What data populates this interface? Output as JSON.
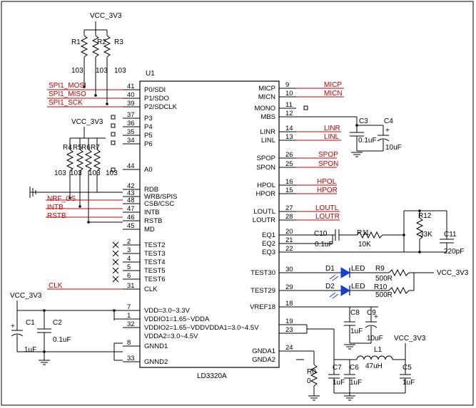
{
  "power": {
    "top_vcc": "VCC_3V3",
    "mid_vcc": "VCC_3V3",
    "left_vcc": "VCC_3V3",
    "led_vcc": "VCC_3V3",
    "bottom_vcc": "VCC_3V3"
  },
  "chip": {
    "ref": "U1",
    "part": "LD3320A",
    "left_pins": [
      {
        "num": "41",
        "name": "P0/SDI"
      },
      {
        "num": "40",
        "name": "P1/SDO"
      },
      {
        "num": "39",
        "name": "P2/SDCLK"
      },
      {
        "num": "37",
        "name": "P3"
      },
      {
        "num": "36",
        "name": "P4"
      },
      {
        "num": "35",
        "name": "P5"
      },
      {
        "num": "34",
        "name": "P6"
      },
      {
        "num": "44",
        "name": "A0"
      },
      {
        "num": "42",
        "name": "RDB"
      },
      {
        "num": "43",
        "name": "WRB/SPIS"
      },
      {
        "num": "48",
        "name": "CSB/CSC"
      },
      {
        "num": "47",
        "name": "INTB"
      },
      {
        "num": "46",
        "name": "RSTB"
      },
      {
        "num": "45",
        "name": "MD"
      },
      {
        "num": "2",
        "name": "TEST2"
      },
      {
        "num": "3",
        "name": "TEST3"
      },
      {
        "num": "4",
        "name": "TEST4"
      },
      {
        "num": "5",
        "name": "TEST5"
      },
      {
        "num": "6",
        "name": "TEST6"
      },
      {
        "num": "31",
        "name": "CLK"
      },
      {
        "num": "7",
        "name": "VDD=3.0~3.3V"
      },
      {
        "num": "1",
        "name": "VDDIO1=1.65~VDDA"
      },
      {
        "num": "32",
        "name": "VDDIO2=1.65~VDDVDDA1=3.0~4.5V"
      },
      {
        "num": "",
        "name": "VDDA2=3.0~4.5V"
      },
      {
        "num": "8",
        "name": "GNND1"
      },
      {
        "num": "33",
        "name": "GNND2"
      }
    ],
    "right_pins": [
      {
        "num": "9",
        "name": "MICP"
      },
      {
        "num": "10",
        "name": "MICN"
      },
      {
        "num": "11",
        "name": "MONO"
      },
      {
        "num": "12",
        "name": "MBS"
      },
      {
        "num": "14",
        "name": "LINR"
      },
      {
        "num": "13",
        "name": "LINL"
      },
      {
        "num": "26",
        "name": "SPOP"
      },
      {
        "num": "25",
        "name": "SPON"
      },
      {
        "num": "16",
        "name": "HPOL"
      },
      {
        "num": "15",
        "name": "HPOR"
      },
      {
        "num": "27",
        "name": "LOUTL"
      },
      {
        "num": "28",
        "name": "LOUTR"
      },
      {
        "num": "20",
        "name": "EQ1"
      },
      {
        "num": "21",
        "name": "EQ2"
      },
      {
        "num": "22",
        "name": "EQ3"
      },
      {
        "num": "30",
        "name": "TEST30"
      },
      {
        "num": "29",
        "name": "TEST29"
      },
      {
        "num": "18",
        "name": "VREF18"
      },
      {
        "num": "19",
        "name": ""
      },
      {
        "num": "23",
        "name": ""
      },
      {
        "num": "24",
        "name": "GNDA1"
      },
      {
        "num": "",
        "name": "GNDA2"
      }
    ]
  },
  "nets": {
    "left": [
      "SPI1_MOSI",
      "SPI1_MISO",
      "SPI1_SCK",
      "NRF_CS",
      "INTB",
      "RSTB",
      "CLK"
    ],
    "right": [
      "MICP",
      "MICN",
      "LINR",
      "LINL",
      "SPOP",
      "SPON",
      "HPOL",
      "HPOR",
      "LOUTL",
      "LOUTR"
    ]
  },
  "components": {
    "R1": {
      "ref": "R1",
      "value": "103"
    },
    "R2": {
      "ref": "R2",
      "value": "103"
    },
    "R3": {
      "ref": "R3",
      "value": "103"
    },
    "R4": {
      "ref": "R4",
      "value": "103"
    },
    "R5": {
      "ref": "R5",
      "value": "103"
    },
    "R6": {
      "ref": "R6",
      "value": "103"
    },
    "R7": {
      "ref": "R7",
      "value": "103"
    },
    "R0": {
      "ref": "R0",
      "value": "0"
    },
    "R9": {
      "ref": "R9",
      "value": "500R"
    },
    "R10": {
      "ref": "R10",
      "value": "500R"
    },
    "R11": {
      "ref": "R11",
      "value": "10K"
    },
    "R12": {
      "ref": "R12",
      "value": "33K"
    },
    "C1": {
      "ref": "C1",
      "value": "1uF"
    },
    "C2": {
      "ref": "C2",
      "value": "0.1uF"
    },
    "C3": {
      "ref": "C3",
      "value": "0.1uF"
    },
    "C4": {
      "ref": "C4",
      "value": "10uF"
    },
    "C5": {
      "ref": "C5",
      "value": "1uF"
    },
    "C6": {
      "ref": "C6",
      "value": "1uF"
    },
    "C7": {
      "ref": "C7",
      "value": "1uF"
    },
    "C8": {
      "ref": "C8",
      "value": "1uF"
    },
    "C9": {
      "ref": "C9",
      "value": "10uF"
    },
    "C10": {
      "ref": "C10",
      "value": "0.1uF"
    },
    "C11": {
      "ref": "C11",
      "value": "220pF"
    },
    "L1": {
      "ref": "L1",
      "value": "47uH"
    },
    "D1": {
      "ref": "D1",
      "type": "LED"
    },
    "D2": {
      "ref": "D2",
      "type": "LED"
    }
  },
  "colors": {
    "wire": "#000000",
    "net_label": "#c00000",
    "led": "#1a3fd0"
  }
}
